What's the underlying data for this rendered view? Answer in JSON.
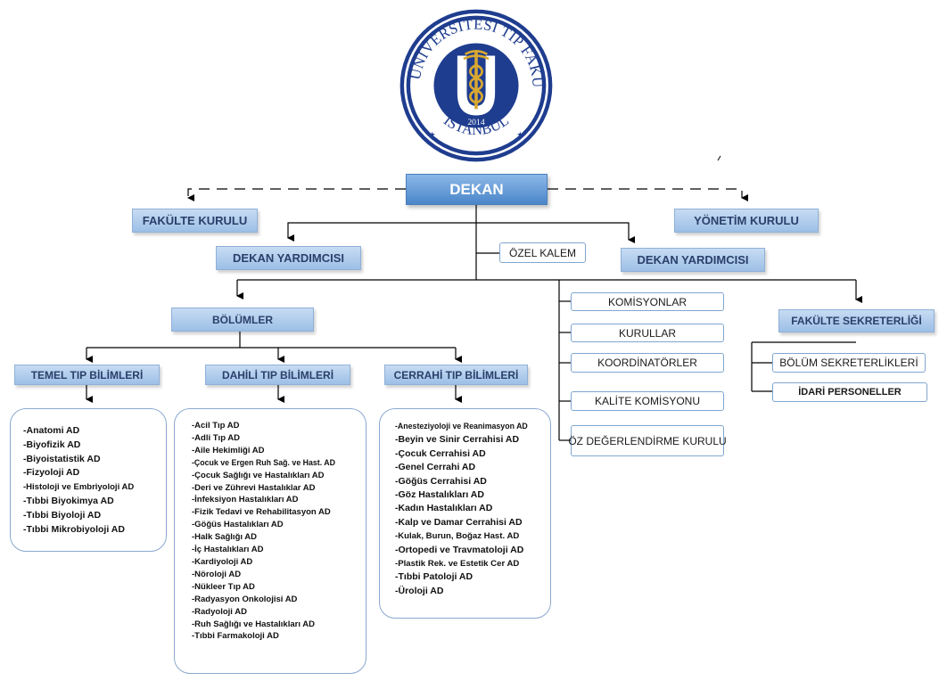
{
  "logo": {
    "top_text": "OKAN ÜNİVERSİTESİ TIP FAKÜLTESİ",
    "bottom_text": "İSTANBUL",
    "year": "2014",
    "letter": "U",
    "colors": {
      "navy": "#1f3d8f",
      "gold": "#d9a830",
      "white": "#ffffff"
    }
  },
  "dekan": "DEKAN",
  "fakulte_kurulu": "FAKÜLTE KURULU",
  "yonetim_kurulu": "YÖNETİM KURULU",
  "dekan_yardimcisi_left": "DEKAN YARDIMCISI",
  "dekan_yardimcisi_right": "DEKAN YARDIMCISI",
  "ozel_kalem": "ÖZEL KALEM",
  "bolumler": "BÖLÜMLER",
  "temel": {
    "title": "TEMEL TIP BİLİMLERİ",
    "items": [
      "-Anatomi AD",
      "-Biyofizik AD",
      "-Biyoistatistik AD",
      "-Fizyoloji AD",
      "-Histoloji ve Embriyoloji AD",
      "-Tıbbi Biyokimya AD",
      "-Tıbbi Biyoloji AD",
      "-Tıbbi Mikrobiyoloji AD"
    ]
  },
  "dahili": {
    "title": "DAHİLİ TIP BİLİMLERİ",
    "items": [
      "-Acil Tıp AD",
      "-Adli Tıp AD",
      "-Aile Hekimliği AD",
      "-Çocuk ve Ergen Ruh Sağ. ve Hast. AD",
      "-Çocuk Sağlığı ve Hastalıkları AD",
      "-Deri ve Zührevi Hastalıklar AD",
      "-İnfeksiyon Hastalıkları AD",
      "-Fizik Tedavi ve Rehabilitasyon AD",
      "-Göğüs Hastalıkları AD",
      "-Halk Sağlığı AD",
      "-İç Hastalıkları AD",
      "-Kardiyoloji AD",
      "-Nöroloji AD",
      "-Nükleer Tıp AD",
      "-Radyasyon Onkolojisi AD",
      "-Radyoloji AD",
      "-Ruh Sağlığı ve Hastalıkları AD",
      "-Tıbbi Farmakoloji AD"
    ]
  },
  "cerrahi": {
    "title": "CERRAHİ TIP BİLİMLERİ",
    "items": [
      "-Anesteziyoloji ve  Reanimasyon AD",
      "-Beyin ve Sinir Cerrahisi AD",
      "-Çocuk Cerrahisi AD",
      "-Genel Cerrahi AD",
      "-Göğüs Cerrahisi AD",
      "-Göz Hastalıkları AD",
      "-Kadın Hastalıkları AD",
      "-Kalp ve Damar Cerrahisi AD",
      "-Kulak, Burun, Boğaz Hast. AD",
      "-Ortopedi ve Travmatoloji AD",
      "-Plastik Rek. ve Estetik Cer AD",
      "-Tıbbi Patoloji AD",
      "-Üroloji AD"
    ]
  },
  "komisyonlar": "KOMİSYONLAR",
  "kurullar": "KURULLAR",
  "koordinatorler": "KOORDİNATÖRLER",
  "kalite_komisyonu": "KALİTE KOMİSYONU",
  "oz_degerlendirme": "ÖZ DEĞERLENDİRME KURULU",
  "fakulte_sekreterligi": "FAKÜLTE SEKRETERLİĞİ",
  "bolum_sekreterlikleri": "BÖLÜM SEKRETERLİKLERİ",
  "idari_personeller": "İDARİ PERSONELLER"
}
